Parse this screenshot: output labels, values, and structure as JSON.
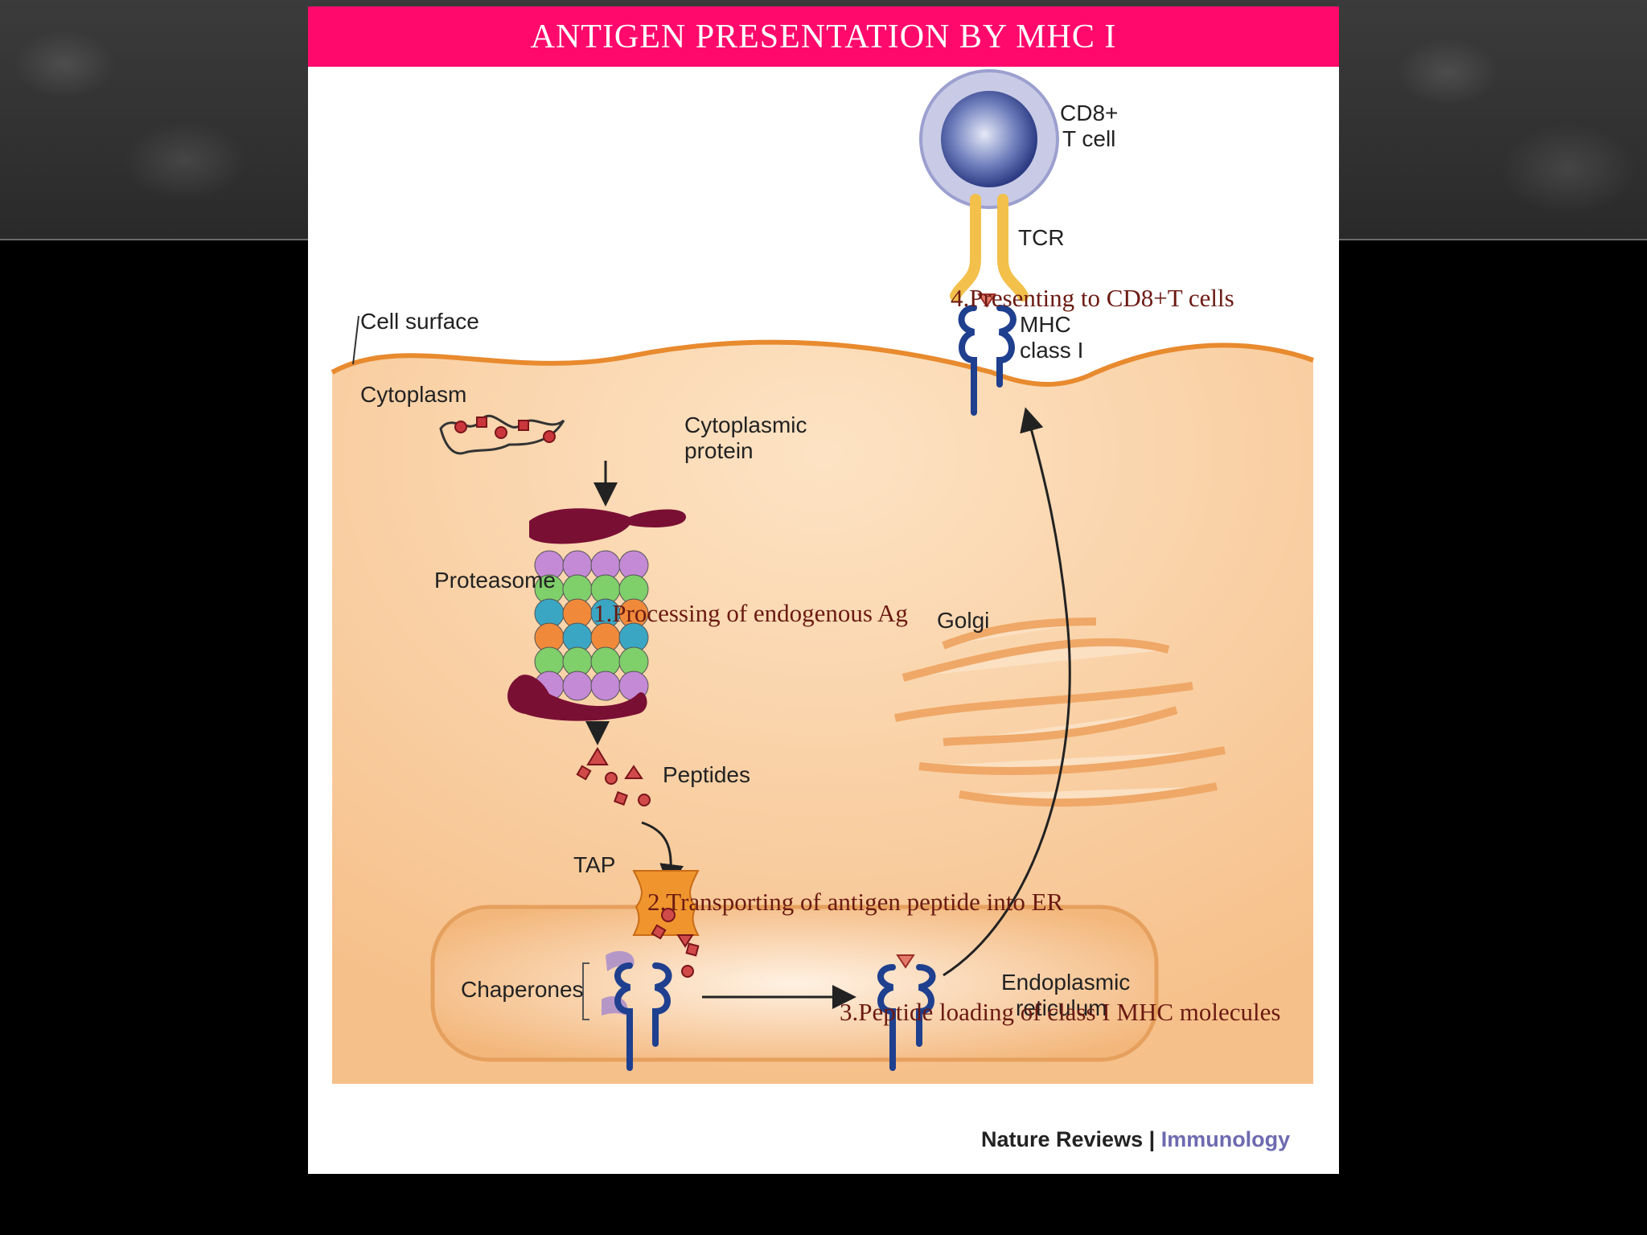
{
  "slide": {
    "title": "ANTIGEN PRESENTATION BY MHC I"
  },
  "figure_labels": {
    "cd8_line1": "CD8+",
    "cd8_line2": "T cell",
    "tcr": "TCR",
    "cell_surface": "Cell surface",
    "cytoplasm": "Cytoplasm",
    "mhc_line1": "MHC",
    "mhc_line2": "class I",
    "cytoplasmic_protein_line1": "Cytoplasmic",
    "cytoplasmic_protein_line2": "protein",
    "proteasome": "Proteasome",
    "golgi": "Golgi",
    "peptides": "Peptides",
    "tap": "TAP",
    "chaperones": "Chaperones",
    "er_line1": "Endoplasmic",
    "er_line2": "reticulum"
  },
  "steps": {
    "step1": "1.Processing of endogenous Ag",
    "step2": "2.Transporting of antigen peptide into ER",
    "step3": "3.Peptide loading of class I MHC molecules",
    "step4": "4.Presenting to CD8+T cells"
  },
  "credit": {
    "source": "Nature Reviews",
    "separator": "|",
    "journal": "Immunology"
  },
  "colors": {
    "title_bar": "#ff0a6c",
    "cytoplasm": "#f6c58f",
    "membrane": "#e88a2e",
    "mhc": "#1f3f8f",
    "proteasome_cap": "#7a0f34",
    "step_text": "#6b1a12"
  }
}
